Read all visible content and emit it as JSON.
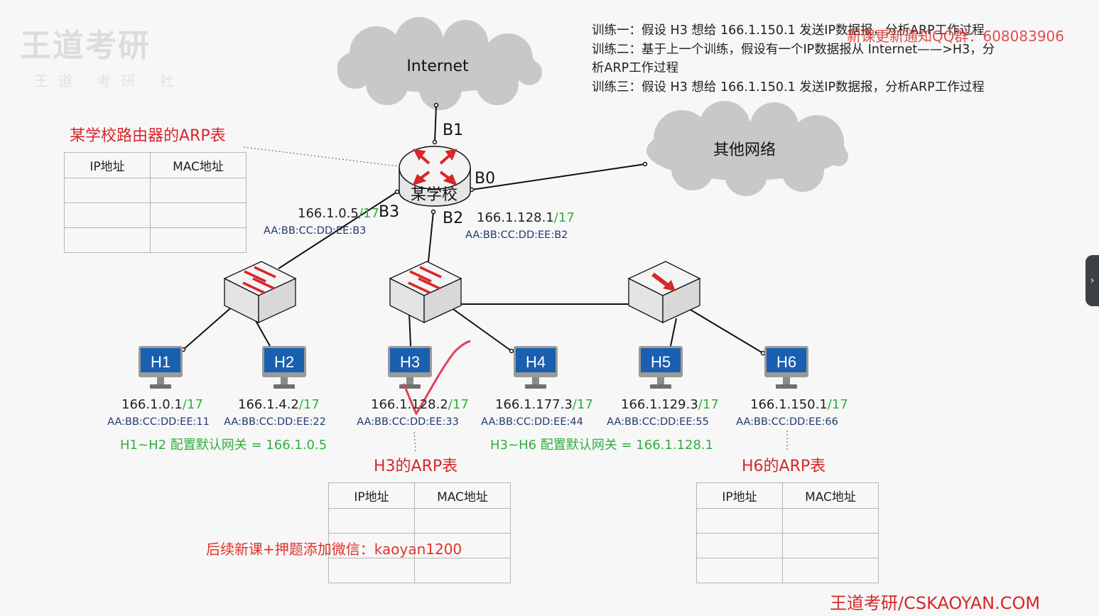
{
  "watermark": {
    "logo": "王道考研",
    "sub": "王道 考研 社"
  },
  "tasks": [
    "训练一：假设 H3 想给 166.1.150.1 发送IP数据报，分析ARP工作过程",
    "训练二：基于上一个训练，假设有一个IP数据报从 Internet——>H3，分",
    "析ARP工作过程",
    "训练三：假设 H3 想给 166.1.150.1 发送IP数据报，分析ARP工作过程"
  ],
  "qq_note": "新课更新通知QQ群：608083906",
  "clouds": {
    "internet": "Internet",
    "other": "其他网络"
  },
  "router": {
    "name": "某学校",
    "ports": {
      "b0": "B0",
      "b1": "B1",
      "b2": "B2",
      "b3": "B3"
    },
    "b3_ip": "166.1.0.5",
    "b3_mask": "/17",
    "b3_mac": "AA:BB:CC:DD:EE:B3",
    "b2_ip": "166.1.128.1",
    "b2_mask": "/17",
    "b2_mac": "AA:BB:CC:DD:EE:B2"
  },
  "router_arp": {
    "title": "某学校路由器的ARP表",
    "col_ip": "IP地址",
    "col_mac": "MAC地址"
  },
  "hosts": [
    {
      "name": "H1",
      "ip": "166.1.0.1",
      "mask": "/17",
      "mac": "AA:BB:CC:DD:EE:11"
    },
    {
      "name": "H2",
      "ip": "166.1.4.2",
      "mask": "/17",
      "mac": "AA:BB:CC:DD:EE:22"
    },
    {
      "name": "H3",
      "ip": "166.1.128.2",
      "mask": "/17",
      "mac": "AA:BB:CC:DD:EE:33"
    },
    {
      "name": "H4",
      "ip": "166.1.177.3",
      "mask": "/17",
      "mac": "AA:BB:CC:DD:EE:44"
    },
    {
      "name": "H5",
      "ip": "166.1.129.3",
      "mask": "/17",
      "mac": "AA:BB:CC:DD:EE:55"
    },
    {
      "name": "H6",
      "ip": "166.1.150.1",
      "mask": "/17",
      "mac": "AA:BB:CC:DD:EE:66"
    }
  ],
  "gateways": {
    "left": "H1~H2 配置默认网关 = 166.1.0.5",
    "right": "H3~H6 配置默认网关 = 166.1.128.1"
  },
  "h3_arp": {
    "title": "H3的ARP表",
    "col_ip": "IP地址",
    "col_mac": "MAC地址"
  },
  "h6_arp": {
    "title": "H6的ARP表",
    "col_ip": "IP地址",
    "col_mac": "MAC地址"
  },
  "footer_note": "后续新课+押题添加微信：kaoyan1200",
  "brand": "王道考研/CSKAOYAN.COM",
  "colors": {
    "red": "#d8262a",
    "green": "#2fae3f",
    "screen": "#1a5fb0",
    "cloud": "#c9c9c9"
  },
  "icons": {
    "side_tab": "chevron-right-icon"
  }
}
